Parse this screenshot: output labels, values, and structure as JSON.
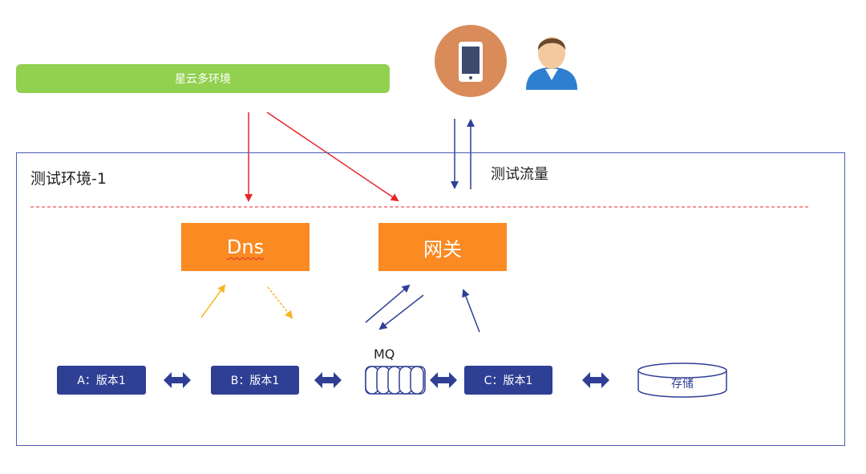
{
  "platform_label": "星云多环境",
  "environment_title": "测试环境-1",
  "traffic_label": "测试流量",
  "gateway_nodes": {
    "dns": "Dns",
    "gateway": "网关"
  },
  "services": {
    "a": "A：版本1",
    "b": "B：版本1",
    "c": "C：版本1"
  },
  "mq_label": "MQ",
  "storage_label": "存储",
  "colors": {
    "platform_bar": "#92d050",
    "gateway_node": "#fa8a22",
    "service_node": "#2e3f94",
    "frame": "#4a5db0",
    "routing_arrow": "#e8262a",
    "dns_arrow": "#f6b522"
  },
  "icons": [
    "phone-icon",
    "user-avatar-icon"
  ]
}
